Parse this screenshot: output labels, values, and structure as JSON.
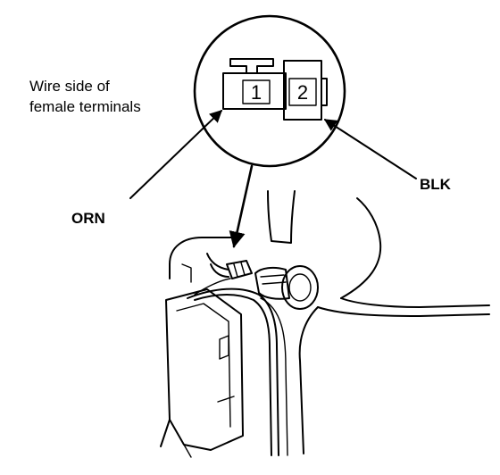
{
  "caption": {
    "line1": "Wire side of",
    "line2": "female terminals"
  },
  "connector": {
    "pin1": "1",
    "pin2": "2"
  },
  "labels": {
    "left_wire": "ORN",
    "right_wire": "BLK"
  },
  "colors": {
    "line": "#000000",
    "background": "#ffffff"
  }
}
